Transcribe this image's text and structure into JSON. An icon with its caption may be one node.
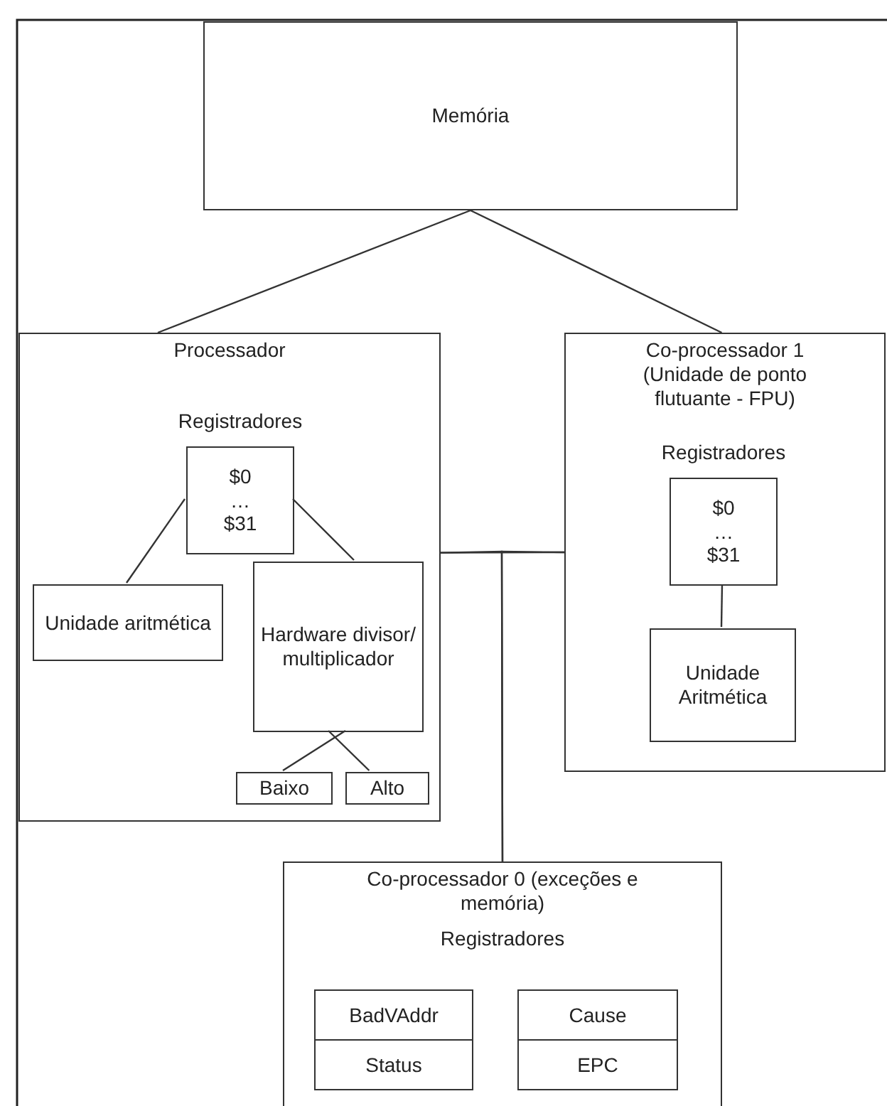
{
  "diagram": {
    "nodes": [
      {
        "text": [
          "Memória"
        ]
      },
      {
        "text": [
          "Processador"
        ]
      },
      {
        "text": [
          "Registradores",
          "$0 … $31"
        ],
        "in": 1
      },
      {
        "text": [
          "Unidade aritmética"
        ],
        "in": 1
      },
      {
        "text": [
          "Hardware divisor/ multiplicador"
        ],
        "in": 1
      },
      {
        "text": [
          "Baixo"
        ],
        "in": 1
      },
      {
        "text": [
          "Alto"
        ],
        "in": 1
      },
      {
        "text": [
          "Co-processador 1 (Unidade de ponto flutuante - FPU)"
        ]
      },
      {
        "text": [
          "Registradores",
          "$0 … $31"
        ],
        "in": 7
      },
      {
        "text": [
          "Unidade Aritmética"
        ],
        "in": 7
      },
      {
        "text": [
          "Co-processador 0 (exceções e memória)",
          "Registradores"
        ]
      },
      {
        "text": [
          "BadVAddr"
        ],
        "in": 10
      },
      {
        "text": [
          "Status"
        ],
        "in": 10
      },
      {
        "text": [
          "Cause"
        ],
        "in": 10
      },
      {
        "text": [
          "EPC"
        ],
        "in": 10
      }
    ],
    "edges": [
      {
        "from": 0,
        "to": 1,
        "arrow": "none"
      },
      {
        "from": 0,
        "to": 7,
        "arrow": "none"
      },
      {
        "from": 2,
        "to": 3,
        "arrow": "none"
      },
      {
        "from": 2,
        "to": 4,
        "arrow": "none"
      },
      {
        "from": 4,
        "to": 5,
        "arrow": "none"
      },
      {
        "from": 4,
        "to": 6,
        "arrow": "none"
      },
      {
        "from": 8,
        "to": 9,
        "arrow": "none"
      },
      {
        "from": 1,
        "to": 7,
        "arrow": "none"
      },
      {
        "from": 1,
        "to": 10,
        "arrow": "none"
      },
      {
        "from": 7,
        "to": 10,
        "arrow": "none"
      }
    ]
  }
}
